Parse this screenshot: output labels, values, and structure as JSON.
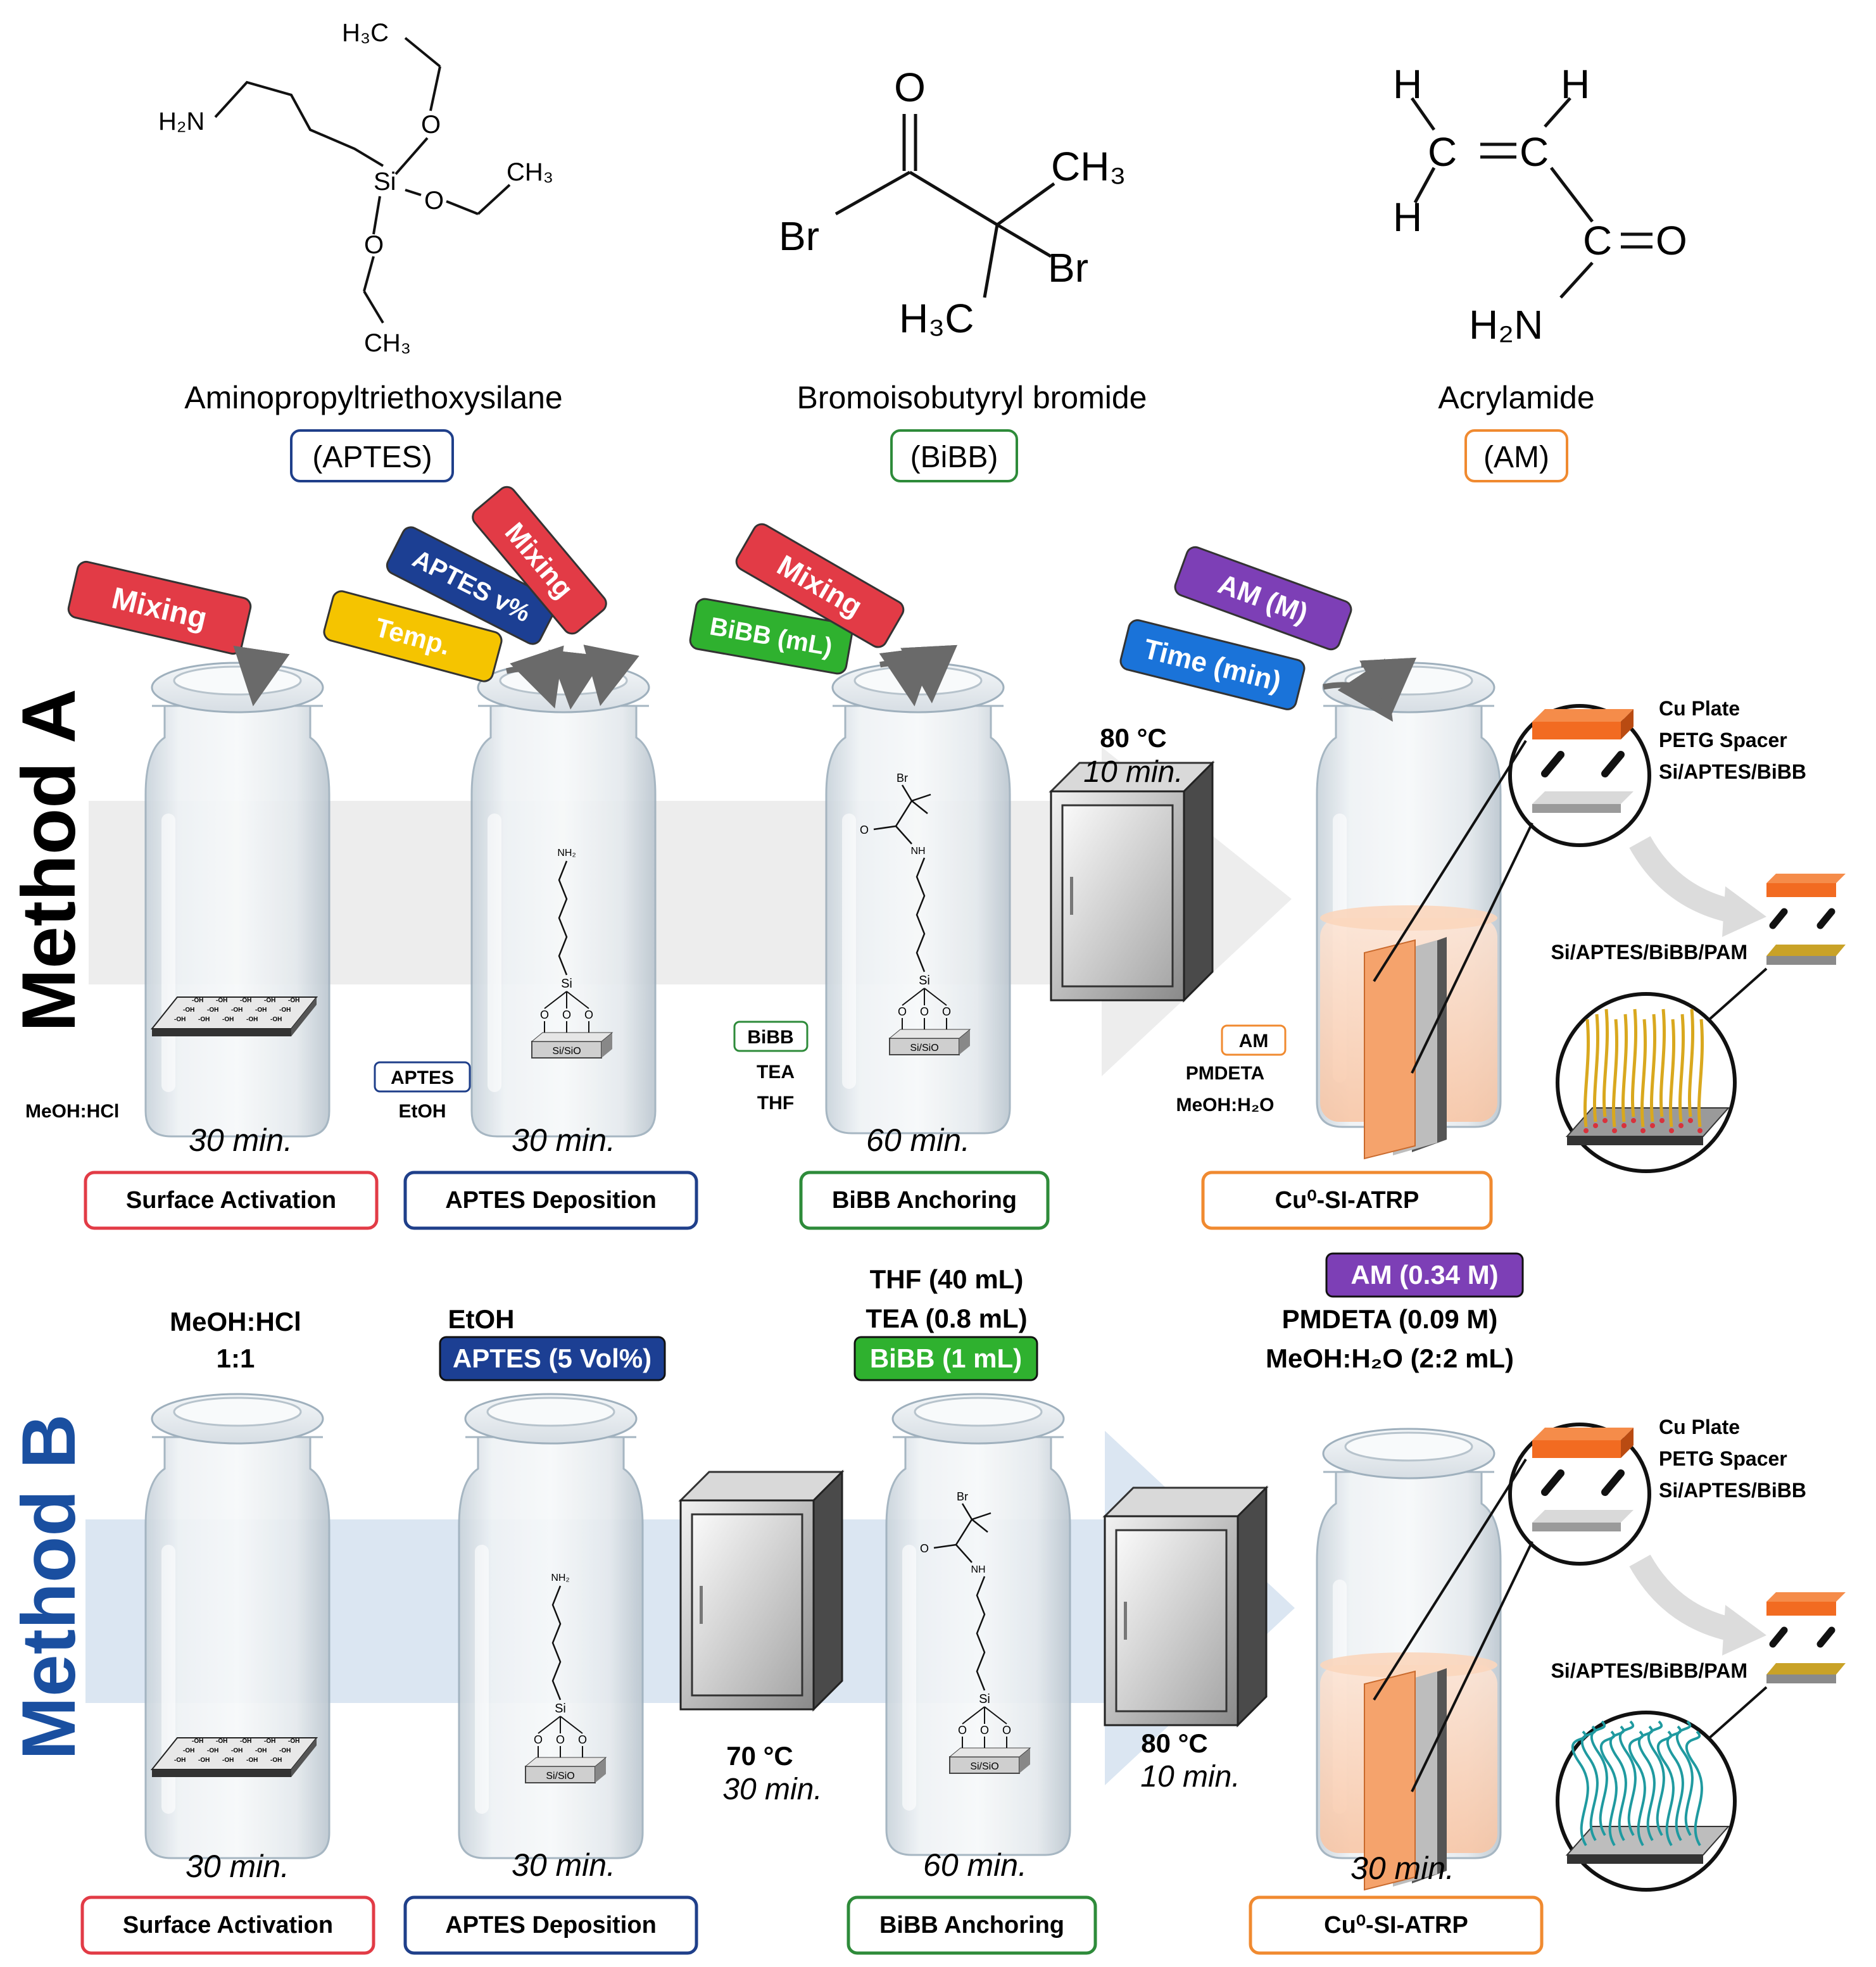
{
  "molecules": [
    {
      "name": "Aminopropyltriethoxysilane",
      "abbr": "(APTES)",
      "color": "#1f3f8a",
      "atoms": {
        "h2n": "H₂N",
        "si": "Si",
        "o": "O",
        "h3c": "H₃C",
        "ch3a": "CH₃",
        "ch3b": "CH₃"
      }
    },
    {
      "name": "Bromoisobutyryl bromide",
      "abbr": "(BiBB)",
      "color": "#2e8b3a",
      "atoms": {
        "o": "O",
        "br1": "Br",
        "ch3": "CH₃",
        "br2": "Br",
        "h3c": "H₃C"
      }
    },
    {
      "name": "Acrylamide",
      "abbr": "(AM)",
      "color": "#f08a30",
      "atoms": {
        "h": "H",
        "c": "C",
        "o": "O",
        "h2n": "H₂N"
      }
    }
  ],
  "methods": {
    "a": {
      "title": "Method A",
      "color": "#000000"
    },
    "b": {
      "title": "Method B",
      "color": "#1a4fa0"
    }
  },
  "tags_a": [
    {
      "text": "Mixing",
      "color": "#e23b46"
    },
    {
      "text": "Temp.",
      "color": "#f5c400"
    },
    {
      "text": "APTES v%",
      "color": "#1c3f93"
    },
    {
      "text": "Mixing",
      "color": "#e23b46"
    },
    {
      "text": "BiBB (mL)",
      "color": "#2fb12f"
    },
    {
      "text": "Mixing",
      "color": "#e23b46"
    },
    {
      "text": "Time (min)",
      "color": "#1a73d9"
    },
    {
      "text": "AM (M)",
      "color": "#7d3fb6"
    }
  ],
  "vial_chem": {
    "nh2": "NH₂",
    "si": "Si",
    "o": "O",
    "substrate": "Si/SiO",
    "br": "Br",
    "nh": "NH",
    "oh": "-OH"
  },
  "steps": {
    "activation": {
      "label": "Surface Activation",
      "color": "#e23b46"
    },
    "deposition": {
      "label": "APTES Deposition",
      "color": "#1f3f8a"
    },
    "anchoring": {
      "label": "BiBB Anchoring",
      "color": "#2e8b3a"
    },
    "atrp": {
      "label": "Cu⁰-SI-ATRP",
      "color": "#f08a30"
    }
  },
  "method_a": {
    "reagents1": "MeOH:HCl",
    "aptes_box": "APTES",
    "etoh": "EtOH",
    "bibb_box": "BiBB",
    "tea": "TEA",
    "thf": "THF",
    "am_box": "AM",
    "pmdeta": "PMDETA",
    "meoh_h2o": "MeOH:H₂O",
    "time1": "30 min.",
    "time2": "30 min.",
    "time3": "60 min.",
    "oven_temp": "80 °C",
    "oven_time": "10 min."
  },
  "method_b": {
    "reagents1_line1": "MeOH:HCl",
    "reagents1_line2": "1:1",
    "etoh": "EtOH",
    "aptes_box": "APTES (5 Vol%)",
    "thf": "THF (40 mL)",
    "tea": "TEA (0.8 mL)",
    "bibb_box": "BiBB (1 mL)",
    "am_box": "AM (0.34 M)",
    "pmdeta": "PMDETA (0.09 M)",
    "meoh_h2o": "MeOH:H₂O (2:2 mL)",
    "time1": "30 min.",
    "time2": "30 min.",
    "time3": "60 min.",
    "time4": "30 min.",
    "oven1_temp": "70 °C",
    "oven1_time": "30 min.",
    "oven2_temp": "80 °C",
    "oven2_time": "10 min."
  },
  "assembly": {
    "cu_plate": "Cu Plate",
    "spacer": "PETG Spacer",
    "substrate": "Si/APTES/BiBB",
    "product": "Si/APTES/BiBB/PAM"
  },
  "colors": {
    "copper": "#f26b21",
    "gold": "#c9a227",
    "brush_a": "#d9a81e",
    "brush_b": "#1f9aa0",
    "anchor_dot": "#d8323c",
    "solution": "#f9c8a8"
  }
}
